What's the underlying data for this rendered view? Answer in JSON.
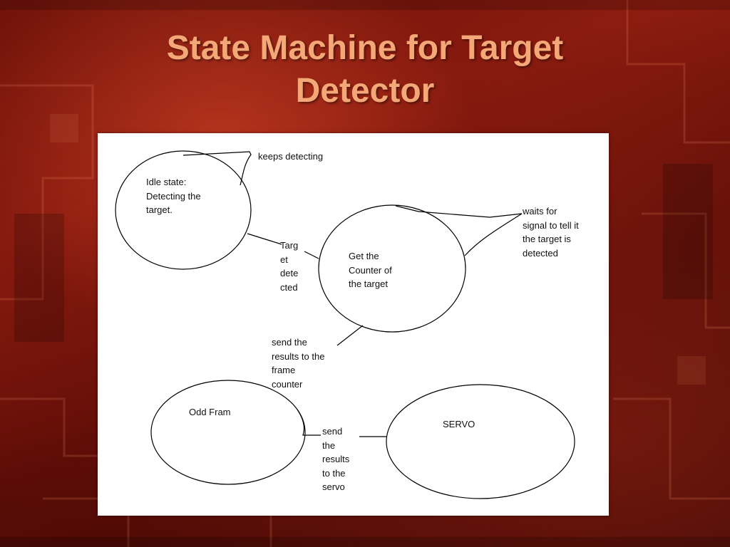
{
  "slide": {
    "title": "State Machine for Target\nDetector"
  },
  "diagram": {
    "states": {
      "idle": "Idle state:\nDetecting the\ntarget.",
      "counter": "Get the\nCounter of\nthe target",
      "odd_frame": "Odd Fram",
      "servo": "SERVO"
    },
    "transitions": {
      "keeps_detecting": "keeps detecting",
      "waits_for_signal": "waits for\nsignal to tell it\nthe target is\ndetected",
      "target_detected": "Targ\net\ndete\ncted",
      "send_to_frame_counter": "send the\nresults to the\nframe\ncounter",
      "send_to_servo": "send\nthe\nresults\nto the\nservo"
    }
  }
}
